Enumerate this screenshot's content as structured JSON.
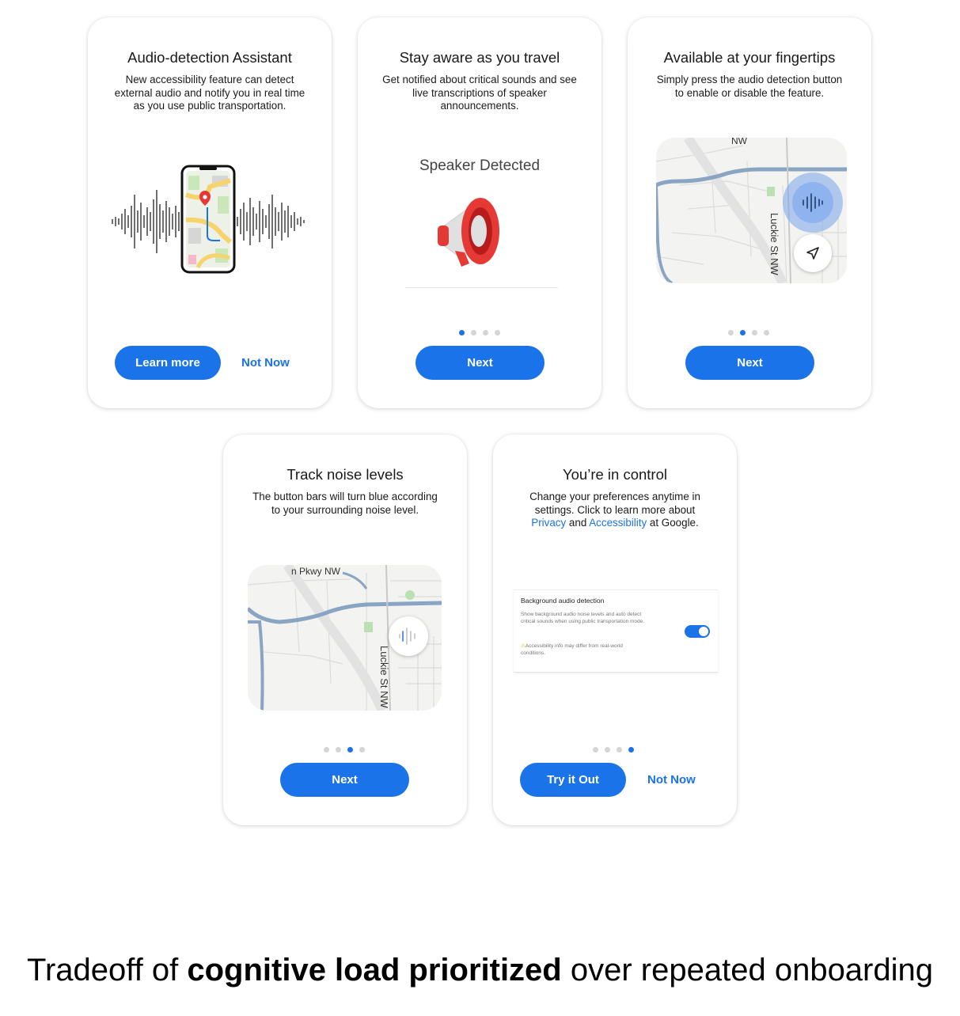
{
  "cards": [
    {
      "title": "Audio-detection Assistant",
      "desc": "New accessibility feature can detect external audio and notify you in real time as you use public transportation.",
      "primary_label": "Learn more",
      "secondary_label": "Not Now"
    },
    {
      "title": "Stay aware as you travel",
      "desc": "Get notified about critical sounds and see live transcriptions of speaker announcements.",
      "illustration_label": "Speaker Detected",
      "primary_label": "Next",
      "active_dot": 1
    },
    {
      "title": "Available at your fingertips",
      "desc": "Simply press the audio detection button to enable or disable the feature.",
      "map_labels": [
        "NW",
        "Luckie St NW"
      ],
      "primary_label": "Next",
      "active_dot": 2
    },
    {
      "title": "Track noise levels",
      "desc": "The button bars will turn blue according to your surrounding noise level.",
      "map_labels": [
        "n Pkwy NW",
        "Luckie St NW"
      ],
      "primary_label": "Next",
      "active_dot": 3
    },
    {
      "title": "You’re in control",
      "desc_part1": "Change your preferences anytime in settings. Click to learn more about",
      "privacy_link": "Privacy",
      "and_text": "and",
      "accessibility_link": "Accessibility",
      "at_google": "at Google.",
      "settings": {
        "title": "Background audio detection",
        "desc": "Show background audio noise levels and auto detect critical sounds when using public transportation mode.",
        "warning": "Accessibility info may differ from real-world conditions.",
        "toggle_on": true
      },
      "primary_label": "Try it Out",
      "secondary_label": "Not Now",
      "active_dot": 4
    }
  ],
  "caption": {
    "part1": "Tradeoff of",
    "bold": "cognitive load prioritized",
    "part2": "over repeated onboarding"
  },
  "colors": {
    "accent": "#1a73e8",
    "megaphone": "#e53935"
  },
  "icons": [
    "phone-map-icon",
    "location-pin-icon",
    "megaphone-icon",
    "audio-wave-icon",
    "navigation-arrow-icon",
    "warning-icon"
  ]
}
